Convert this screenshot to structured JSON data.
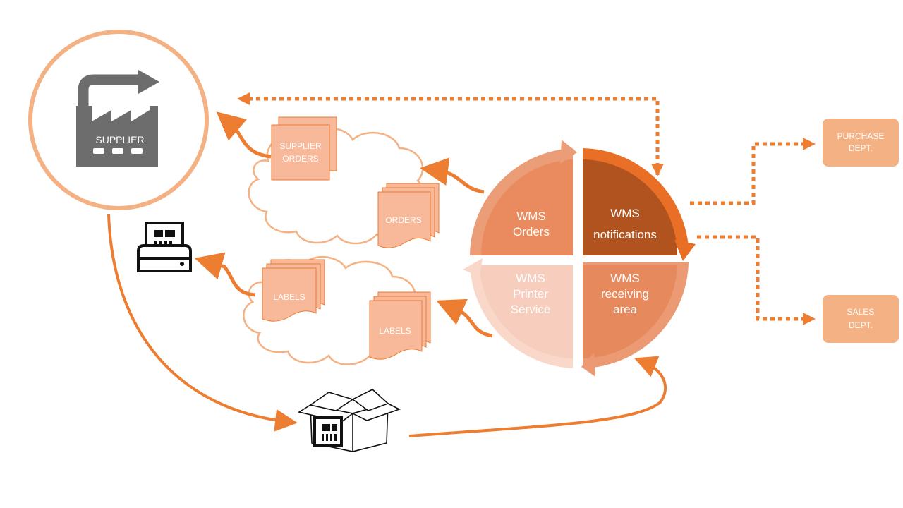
{
  "supplier": {
    "label": "SUPPLIER"
  },
  "documents": {
    "supplier_orders": [
      "SUPPLIER",
      "ORDERS"
    ],
    "orders": "ORDERS",
    "labels_top": "LABELS",
    "labels_bottom": "LABELS"
  },
  "wms": {
    "orders": [
      "WMS",
      "Orders"
    ],
    "notifications": [
      "WMS",
      "notifications"
    ],
    "printer": [
      "WMS",
      "Printer",
      "Service"
    ],
    "receiving": [
      "WMS",
      "receiving",
      "area"
    ]
  },
  "departments": {
    "purchase": [
      "PURCHASE",
      "DEPT."
    ],
    "sales": [
      "SALES",
      "DEPT."
    ]
  },
  "colors": {
    "orange": "#ed7d31",
    "light_orange": "#f4b183",
    "salmon": "#f8b89a",
    "q_orders": "#e98b5f",
    "q_notifications": "#b0531f",
    "q_printer": "#f7cdbd",
    "q_receiving": "#e68a5e",
    "gray": "#6d6d6d"
  }
}
